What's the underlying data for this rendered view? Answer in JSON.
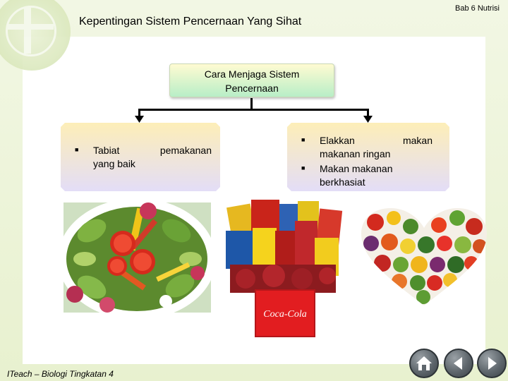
{
  "header": {
    "chapter": "Bab 6 Nutrisi",
    "title": "Kepentingan Sistem Pencernaan Yang Sihat"
  },
  "diagram": {
    "top": {
      "line1": "Cara Menjaga Sistem",
      "line2": "Pencernaan"
    },
    "left": {
      "bullet_icon": "square-bullet",
      "items": [
        {
          "line1": "Tabiat pemakanan",
          "line2": "yang baik"
        }
      ]
    },
    "right": {
      "bullet_icon": "square-bullet",
      "items": [
        {
          "line1": "Elakkan makan",
          "line2": "makanan ringan"
        },
        {
          "line1": "Makan makanan",
          "line2": "berkhasiat"
        }
      ]
    }
  },
  "images": {
    "junk_label": "Coca-Cola"
  },
  "footer": {
    "text": "ITeach – Biologi Tingkatan 4"
  },
  "nav": {
    "home_icon": "home-icon",
    "back_icon": "back-arrow-icon",
    "forward_icon": "forward-arrow-icon"
  },
  "colors": {
    "background": "#e3efc4",
    "top_box_gradient": [
      "#fffbd2",
      "#b8eec7"
    ],
    "side_box_gradient": [
      "#fdeeb8",
      "#e3ddf7"
    ]
  }
}
